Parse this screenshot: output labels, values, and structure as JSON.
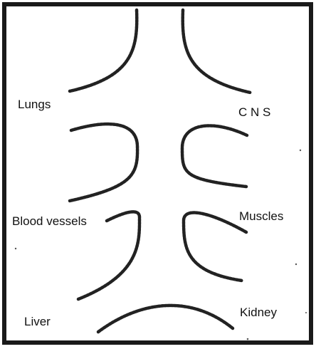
{
  "diagram": {
    "labels": {
      "lungs": "Lungs",
      "cns": "C N S",
      "blood_vessels": "Blood vessels",
      "muscles": "Muscles",
      "liver": "Liver",
      "kidney": "Kidney"
    }
  }
}
